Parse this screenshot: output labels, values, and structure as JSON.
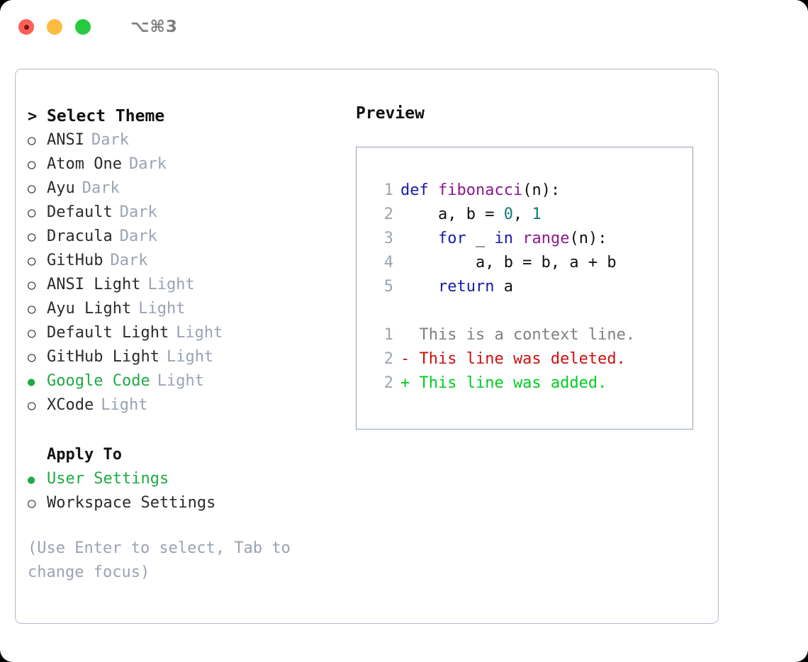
{
  "window": {
    "shortcut": "⌥⌘3",
    "traffic_lights": [
      "close",
      "minimize",
      "maximize"
    ]
  },
  "colors": {
    "accent_green": "#1faa44",
    "tag_gray": "#9aa3b2",
    "hint_gray": "#9aa3b2",
    "keyword_blue": "#1a1aa8",
    "function_purple": "#8b1a8b",
    "number_teal": "#137b78",
    "diff_deleted_red": "#cc1010",
    "diff_added_green": "#00cc22",
    "linenumber_gray": "#9aa5b1",
    "panel_border": "#b3bcc9",
    "preview_border": "#93a0b1"
  },
  "theme_picker": {
    "heading": "Select Theme",
    "heading_caret": ">",
    "marker_unselected": "○",
    "marker_selected": "●",
    "items": [
      {
        "name": "ANSI",
        "tag": "Dark",
        "selected": false
      },
      {
        "name": "Atom One",
        "tag": "Dark",
        "selected": false
      },
      {
        "name": "Ayu",
        "tag": "Dark",
        "selected": false
      },
      {
        "name": "Default",
        "tag": "Dark",
        "selected": false
      },
      {
        "name": "Dracula",
        "tag": "Dark",
        "selected": false
      },
      {
        "name": "GitHub",
        "tag": "Dark",
        "selected": false
      },
      {
        "name": "ANSI Light",
        "tag": "Light",
        "selected": false
      },
      {
        "name": "Ayu Light",
        "tag": "Light",
        "selected": false
      },
      {
        "name": "Default Light",
        "tag": "Light",
        "selected": false
      },
      {
        "name": "GitHub Light",
        "tag": "Light",
        "selected": false
      },
      {
        "name": "Google Code",
        "tag": "Light",
        "selected": true
      },
      {
        "name": "XCode",
        "tag": "Light",
        "selected": false
      }
    ]
  },
  "apply_to": {
    "heading": "Apply To",
    "options": [
      {
        "label": "User Settings",
        "selected": true
      },
      {
        "label": "Workspace Settings",
        "selected": false
      }
    ]
  },
  "hint": "(Use Enter to select, Tab to change focus)",
  "preview": {
    "title": "Preview",
    "code_lines": [
      {
        "no": "1",
        "tokens": [
          {
            "t": "def ",
            "c": "kw"
          },
          {
            "t": "fibonacci",
            "c": "fn"
          },
          {
            "t": "(n):",
            "c": "plain"
          }
        ]
      },
      {
        "no": "2",
        "tokens": [
          {
            "t": "    a, b = ",
            "c": "plain"
          },
          {
            "t": "0",
            "c": "num"
          },
          {
            "t": ", ",
            "c": "plain"
          },
          {
            "t": "1",
            "c": "num"
          }
        ]
      },
      {
        "no": "3",
        "tokens": [
          {
            "t": "    ",
            "c": "plain"
          },
          {
            "t": "for",
            "c": "kw"
          },
          {
            "t": " _ ",
            "c": "plain"
          },
          {
            "t": "in",
            "c": "kw"
          },
          {
            "t": " ",
            "c": "plain"
          },
          {
            "t": "range",
            "c": "fn"
          },
          {
            "t": "(n):",
            "c": "plain"
          }
        ]
      },
      {
        "no": "4",
        "tokens": [
          {
            "t": "        a, b = b, a + b",
            "c": "plain"
          }
        ]
      },
      {
        "no": "5",
        "tokens": [
          {
            "t": "    ",
            "c": "plain"
          },
          {
            "t": "return",
            "c": "kw"
          },
          {
            "t": " a",
            "c": "plain"
          }
        ]
      }
    ],
    "diff_lines": [
      {
        "no": "1",
        "text": "  This is a context line.",
        "kind": "ctx"
      },
      {
        "no": "2",
        "text": "- This line was deleted.",
        "kind": "del"
      },
      {
        "no": "2",
        "text": "+ This line was added.",
        "kind": "add"
      }
    ]
  }
}
